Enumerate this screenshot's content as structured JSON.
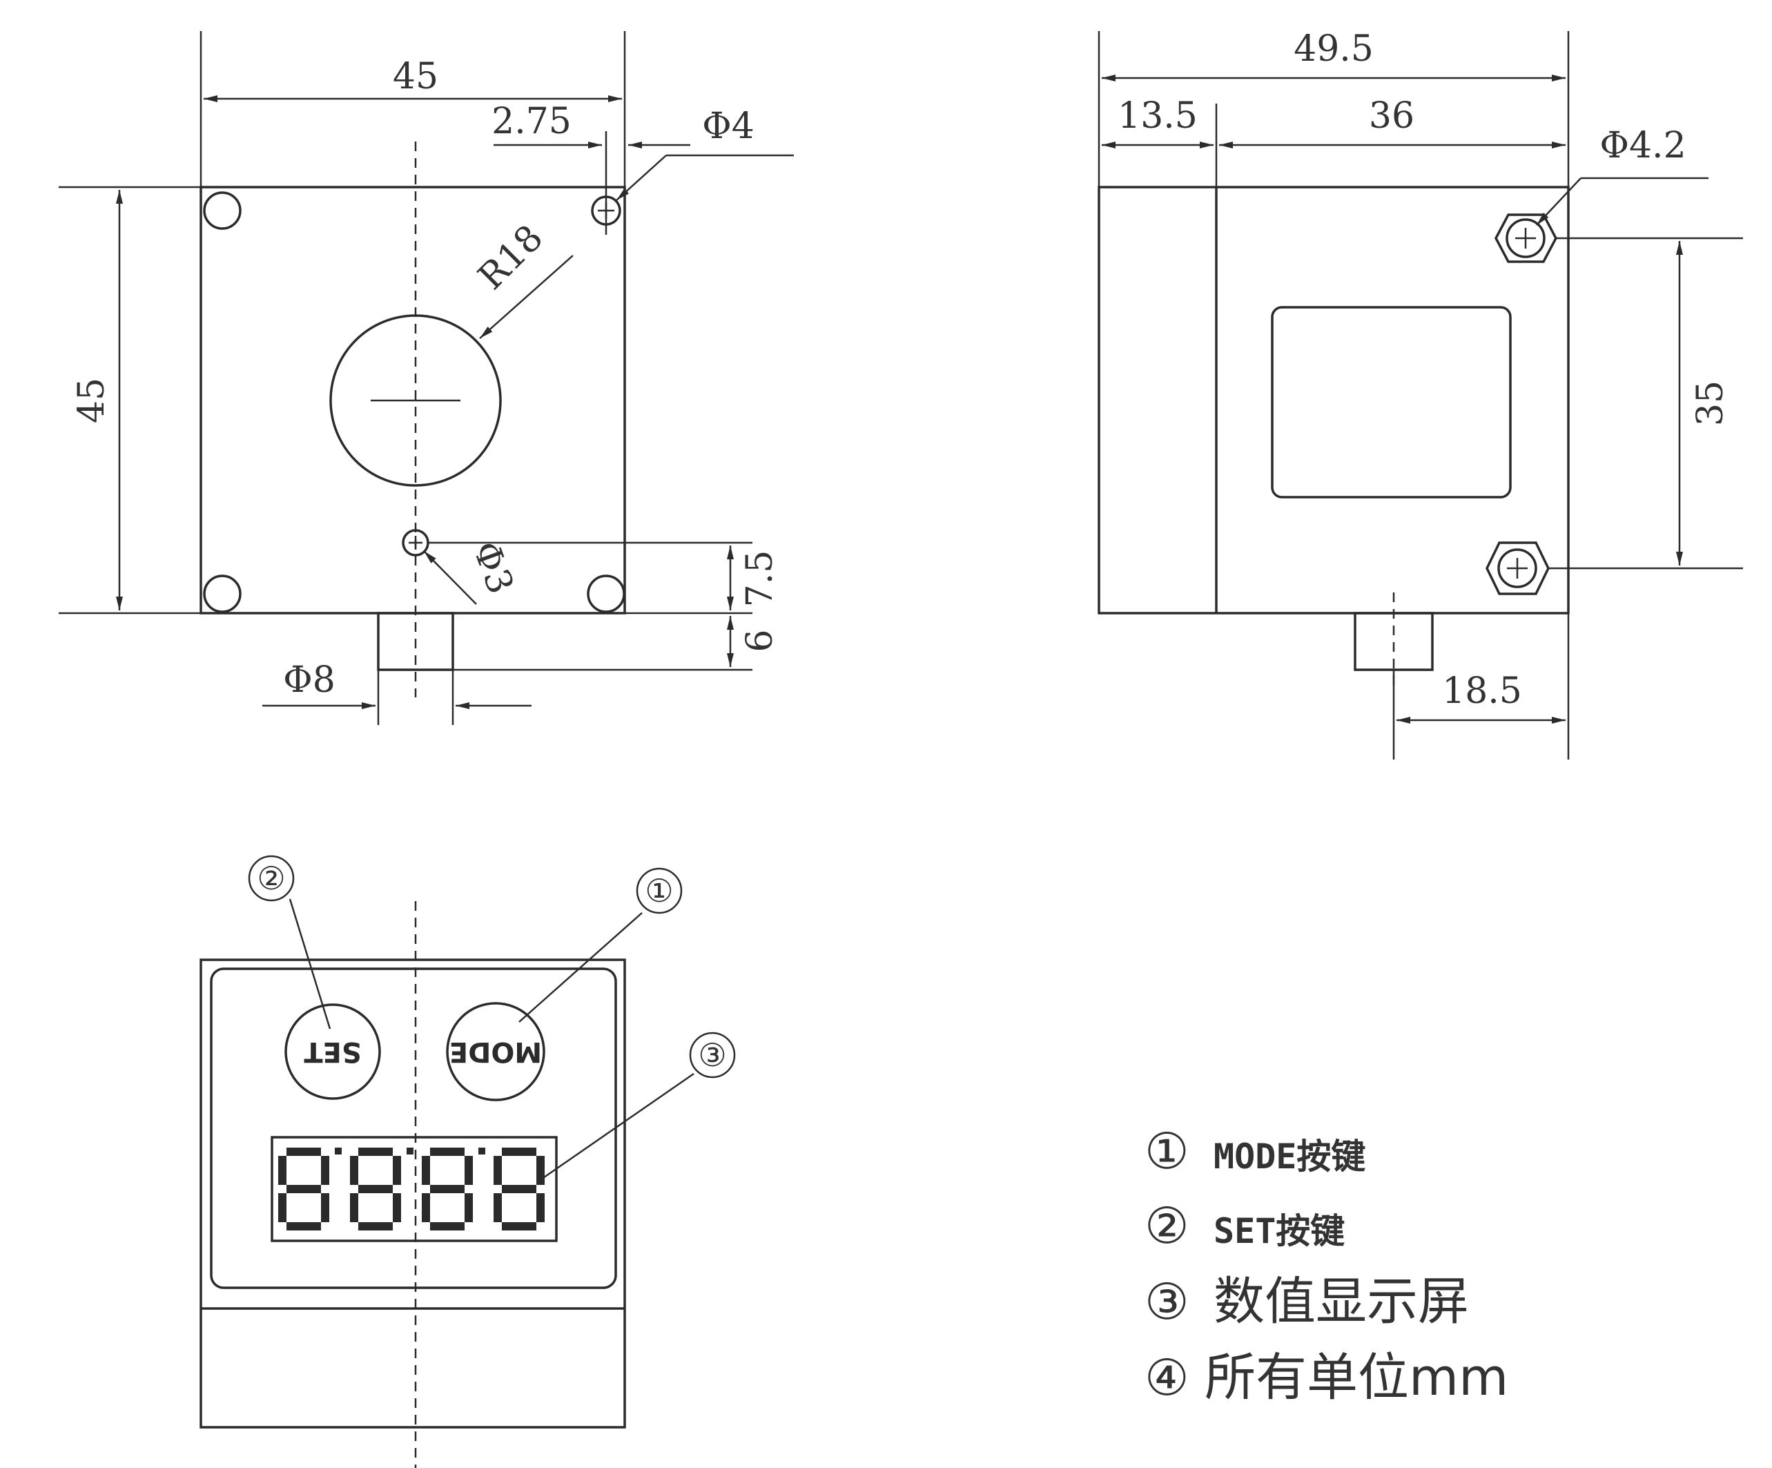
{
  "front_view": {
    "width_dim": "45",
    "height_dim": "45",
    "offset_dim": "2.75",
    "hole_dia": "Φ4",
    "radius": "R18",
    "small_hole": "Φ3",
    "dim_7_5": "7.5",
    "dim_6": "6",
    "shaft_dia": "Φ8"
  },
  "side_view": {
    "total_dim": "49.5",
    "left_dim": "13.5",
    "right_dim": "36",
    "hole_dia": "Φ4.2",
    "spacing_dim": "35",
    "shaft_offset": "18.5"
  },
  "panel_view": {
    "callout_1": "①",
    "callout_2": "②",
    "callout_3": "③",
    "set_label": "SET",
    "mode_label": "MODE",
    "display_digits": "8888"
  },
  "legend": [
    {
      "num": "①",
      "text": "MODE按键"
    },
    {
      "num": "②",
      "text": "SET按键"
    },
    {
      "num": "③",
      "text": "数值显示屏"
    },
    {
      "num": "④",
      "text": "所有单位mm"
    }
  ]
}
